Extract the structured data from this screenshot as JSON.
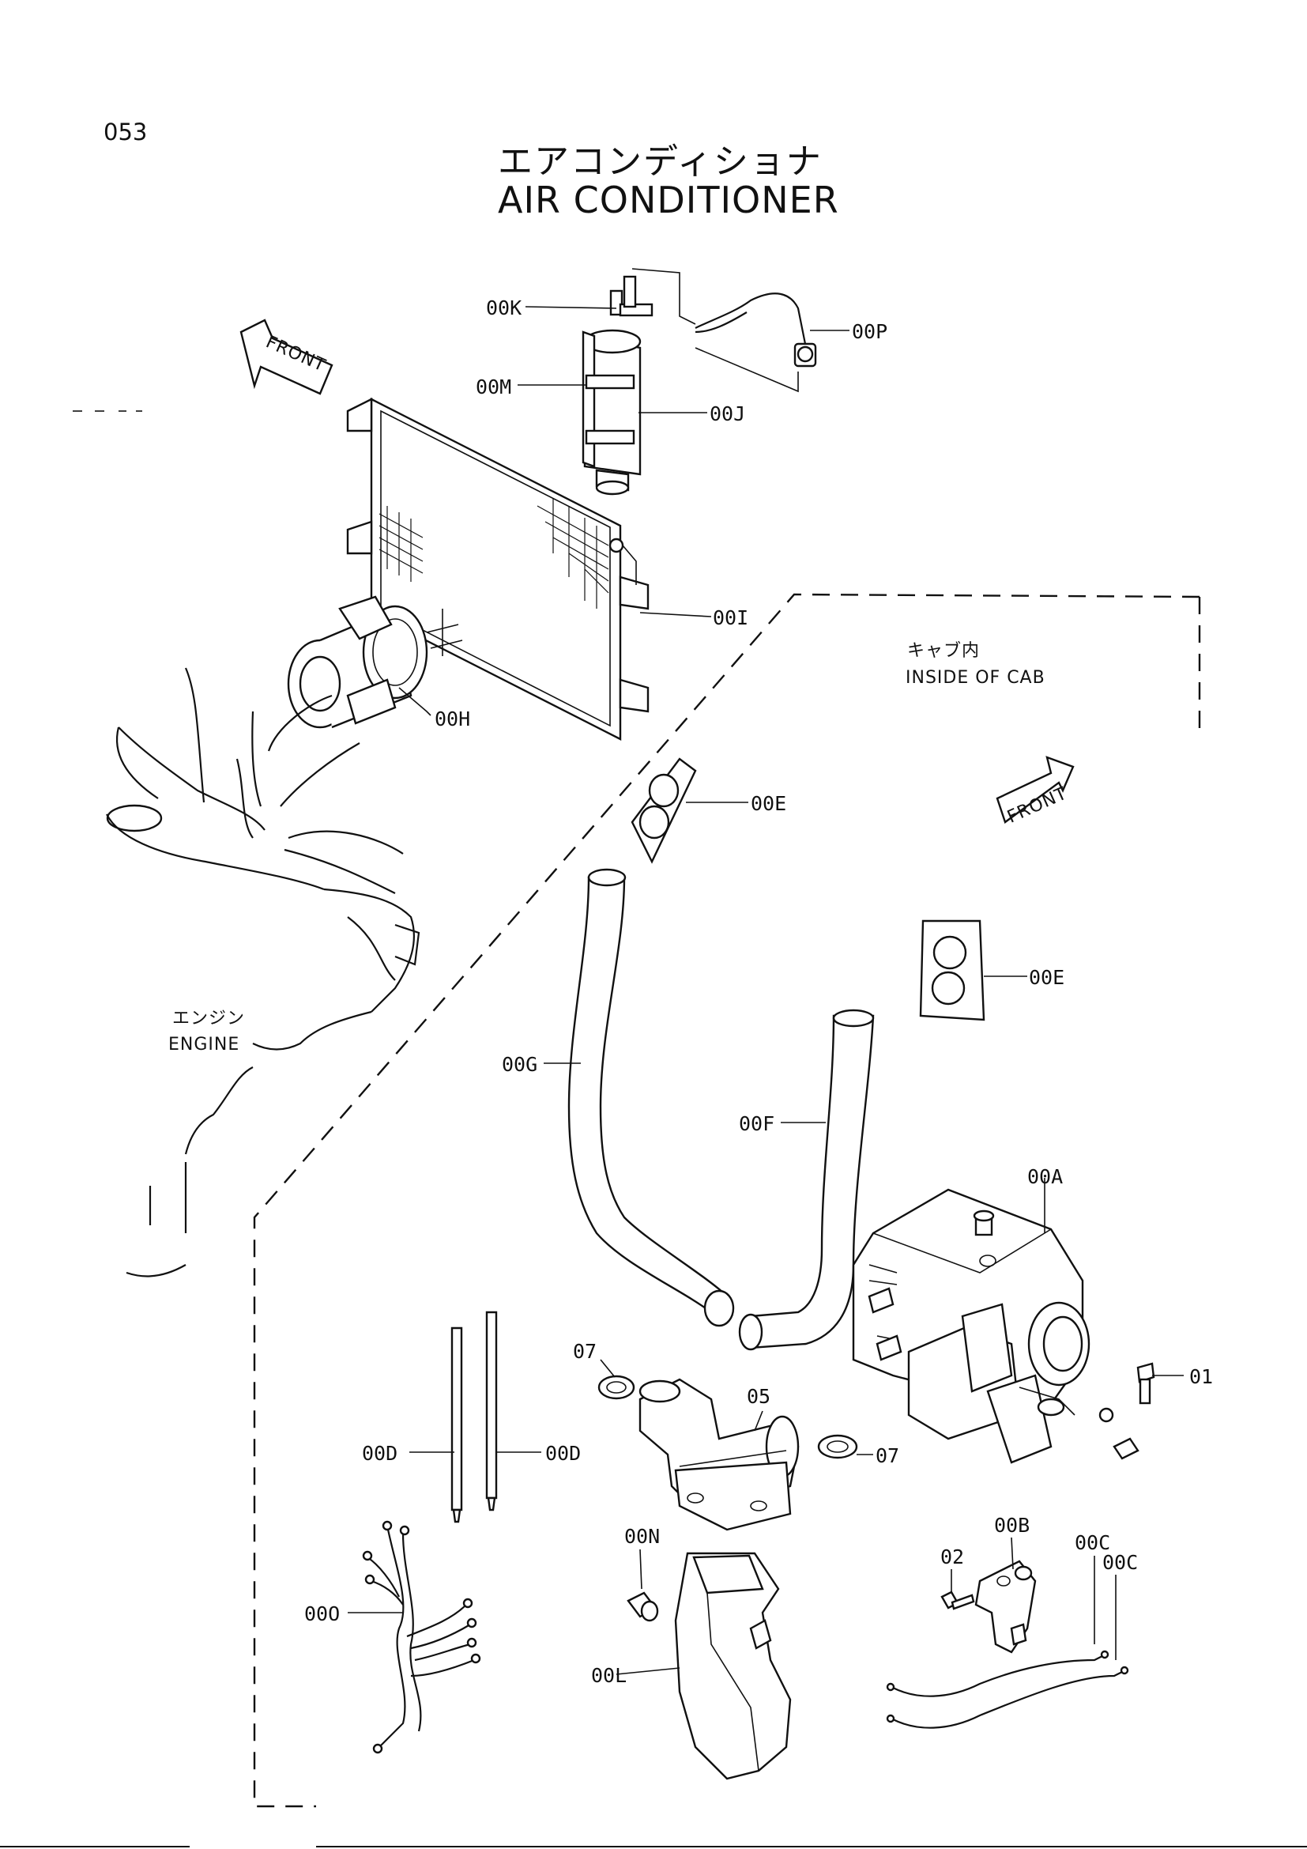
{
  "page_number": "053",
  "title": {
    "japanese": "エアコンディショナ",
    "english": "AIR CONDITIONER"
  },
  "annotations": {
    "front": "FRONT",
    "inside_cab_jp": "キャブ内",
    "inside_cab_en": "INSIDE OF CAB",
    "engine_jp": "エンジン",
    "engine_en": "ENGINE"
  },
  "part_labels": {
    "p00K": "00K",
    "p00P": "00P",
    "p00M": "00M",
    "p00J": "00J",
    "p00I": "00I",
    "p00H": "00H",
    "p00E_top": "00E",
    "p00E_right": "00E",
    "p00G": "00G",
    "p00F": "00F",
    "p00A": "00A",
    "p01": "01",
    "p07_left": "07",
    "p05": "05",
    "p07_right": "07",
    "p00D_left": "00D",
    "p00D_right": "00D",
    "p00N": "00N",
    "p00B": "00B",
    "p02": "02",
    "p00C_1": "00C",
    "p00C_2": "00C",
    "p00O": "00O",
    "p00L": "00L"
  }
}
